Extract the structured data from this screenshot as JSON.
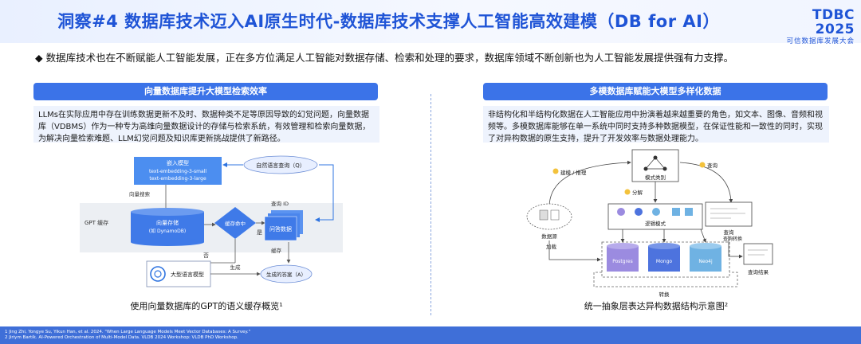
{
  "header": {
    "title": "洞察#4 数据库技术迈入AI原生时代-数据库技术支撑人工智能高效建模（DB for AI）",
    "brand": "TDBC 2025",
    "brand_sub": "可信数据库发展大会"
  },
  "intro": "◆ 数据库技术也在不断赋能人工智能发展，正在多方位满足人工智能对数据存储、检索和处理的要求，数据库领域不断创新也为人工智能发展提供强有力支撑。",
  "left": {
    "heading": "向量数据库提升大模型检索效率",
    "desc": "LLMs在实际应用中存在训练数据更新不及时、数据种类不足等原因导致的幻觉问题，向量数据库（VDBMS）作为一种专为高维向量数据设计的存储与检索系统，有效管理和检索向量数据，为解决向量检索难题、LLM幻觉问题及知识库更新挑战提供了新路径。",
    "diagram": {
      "embed_title": "嵌入模型",
      "embed_line1": "text-embedding-3-small",
      "embed_line2": "text-embedding-3-large",
      "query": "自然语言查询（Q）",
      "vector_search": "向量搜索",
      "gpt_cache": "GPT 缓存",
      "vector_store": "向量存储",
      "vector_store_sub": "(如 DynamoDB)",
      "cache_hit": "缓存命中",
      "query_id": "查询 ID",
      "yes": "是",
      "qa_data": "问答数据",
      "no": "否",
      "cache": "缓存",
      "llm": "大型语言模型",
      "generate": "生成",
      "answer": "生成的答案（A）"
    },
    "caption": "使用向量数据库的GPT的语义缓存概览¹"
  },
  "right": {
    "heading": "多模数据库赋能大模型多样化数据",
    "desc": "非结构化和半结构化数据在人工智能应用中扮演着越来越重要的角色，如文本、图像、音频和视频等。多模数据库能够在单一系统中同时支持多种数据模型，在保证性能和一致性的同时，实现了对异构数据的原生支持，提升了开发效率与数据处理能力。",
    "diagram": {
      "build_infer": "建模 / 推理",
      "schema_category": "模式类别",
      "query": "查询",
      "decompose": "分解",
      "datasource": "数据源",
      "logical_schema": "逻辑模式",
      "query_box": "查询",
      "query_convert": "查询转换",
      "load": "加载",
      "db1": "Postgres",
      "db2": "Mongo",
      "db3": "Neo4j",
      "convert": "转换",
      "query_result": "查询结果"
    },
    "caption": "统一抽象层表达异构数据结构示意图²"
  },
  "footnotes": {
    "fn1": "1 Jing Zhi, Yongye Su, Yikun Han, et al. 2024. \"When Large Language Models Meet Vector Databases: A Survey.\"",
    "fn2": "2 Jiriym Bartík. AI-Powered Orchestration of Multi-Model Data. VLDB 2024 Workshop: VLDB PhD Workshop."
  },
  "colors": {
    "brand": "#1f54d6",
    "section_bar": "#3b73e8",
    "desc_bg": "#eef3fd",
    "footer": "#3f6fd8",
    "db_purple": "#9b8be0"
  }
}
